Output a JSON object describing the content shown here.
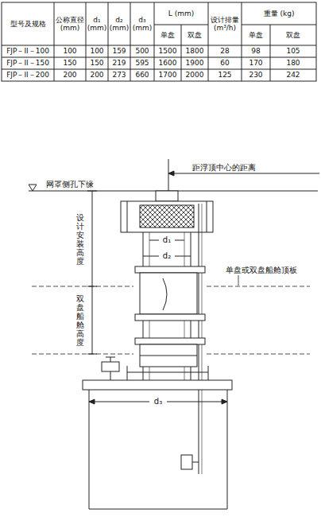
{
  "diagram": {
    "labels": [
      "型号及规格",
      "公称直径 (mm)",
      "d₁ (mm)",
      "d₂ (mm)",
      "d₃ (mm)",
      "L (mm)",
      "单盘",
      "双盘",
      "设计排量 (m³/h)",
      "重量 (kg)",
      "单盘",
      "双盘",
      "FJP－II－100",
      "100",
      "100",
      "159",
      "500",
      "1500",
      "1800",
      "28",
      "98",
      "105",
      "FJP－II－150",
      "150",
      "150",
      "219",
      "595",
      "1600",
      "1900",
      "60",
      "170",
      "180",
      "FJP－II－200",
      "200",
      "200",
      "273",
      "660",
      "1700",
      "2000",
      "125",
      "230",
      "242",
      "距浮顶中心的距离",
      "网罩侧孔下缘",
      "d₁",
      "d₂",
      "单盘或双盘船舱顶板",
      "设计安装高度",
      "双盘船舱高度",
      "d₃"
    ]
  }
}
